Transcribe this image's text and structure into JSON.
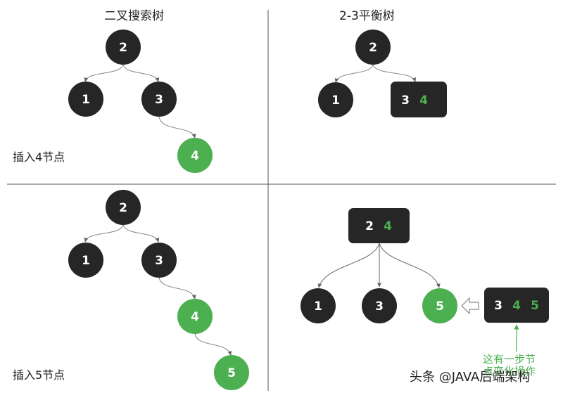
{
  "titles": {
    "left": "二叉搜索树",
    "right": "2-3平衡树"
  },
  "captions": {
    "insert4": "插入4节点",
    "insert5": "插入5节点"
  },
  "note": {
    "line1": "这有一步节",
    "line2": "点变化操作"
  },
  "watermark": "头条 @JAVA后端架构",
  "bst_insert4": {
    "nodes": [
      "2",
      "1",
      "3",
      "4"
    ]
  },
  "tree23_insert4": {
    "root": "2",
    "left": "1",
    "right_keys": [
      "3",
      "4"
    ]
  },
  "bst_insert5": {
    "nodes": [
      "2",
      "1",
      "3",
      "4",
      "5"
    ]
  },
  "tree23_insert5": {
    "root_keys": [
      "2",
      "4"
    ],
    "children": [
      "1",
      "3",
      "5"
    ],
    "overflow_keys": [
      "3",
      "4",
      "5"
    ]
  },
  "colors": {
    "dark": "#262626",
    "green": "#4caf50",
    "line": "#888888",
    "divider": "#444444"
  }
}
